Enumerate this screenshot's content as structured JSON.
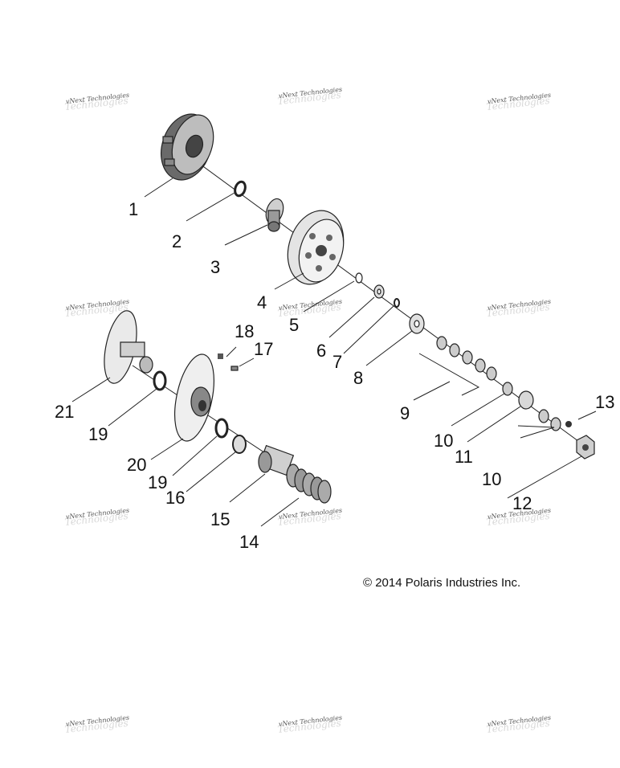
{
  "copyright": "© 2014 Polaris Industries Inc.",
  "watermark": {
    "line1": "vNext Technologies",
    "line2": "Technologies"
  },
  "callouts": [
    "1",
    "2",
    "3",
    "4",
    "5",
    "6",
    "7",
    "8",
    "9",
    "10",
    "11",
    "10",
    "12",
    "13",
    "14",
    "15",
    "16",
    "19",
    "20",
    "19",
    "21",
    "18",
    "17"
  ]
}
